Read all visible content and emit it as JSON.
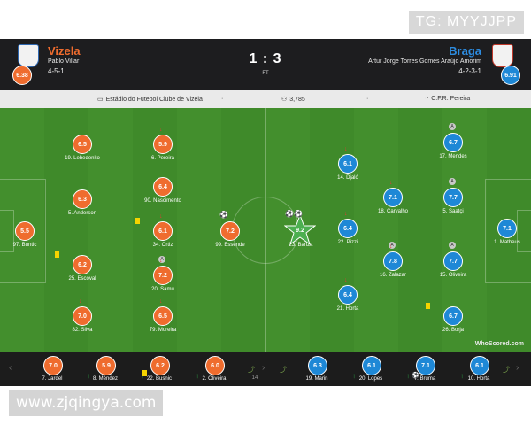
{
  "watermarks": {
    "top": "TG: MYYJJPP",
    "bottom": "www.zjqingya.com"
  },
  "header": {
    "home": {
      "name": "Vizela",
      "coach": "Pablo Villar",
      "formation": "4-5-1",
      "rating": "6.38"
    },
    "away": {
      "name": "Braga",
      "coach": "Artur Jorge Torres Gomes Araújo Amorim",
      "formation": "4-2-3-1",
      "rating": "6.91"
    },
    "score": "1 : 3",
    "status": "FT"
  },
  "info": {
    "stadium": "Estádio do Futebol Clube de Vizela",
    "attendance": "3,785",
    "referee": "C.F.R. Pereira"
  },
  "colors": {
    "home": "#ef6c2e",
    "away": "#1e88d6",
    "pitch": "#3f8a2a"
  },
  "branding": "WhoScored.com",
  "players": [
    {
      "team": "vz",
      "rating": "6.5",
      "label": "19. Lebedenko",
      "marks": []
    },
    {
      "team": "vz",
      "rating": "6.3",
      "label": "5. Anderson",
      "marks": []
    },
    {
      "team": "vz",
      "rating": "5.5",
      "label": "97. Buntic",
      "marks": []
    },
    {
      "team": "vz",
      "rating": "6.2",
      "label": "25. Escoval",
      "marks": [
        "card"
      ]
    },
    {
      "team": "vz",
      "rating": "7.0",
      "label": "82. Silva",
      "marks": [
        "down"
      ]
    },
    {
      "team": "vz",
      "rating": "5.9",
      "label": "6. Pereira",
      "marks": [
        "down"
      ]
    },
    {
      "team": "vz",
      "rating": "6.4",
      "label": "90. Nascimento",
      "marks": []
    },
    {
      "team": "vz",
      "rating": "6.1",
      "label": "34. Ortiz",
      "marks": [
        "card",
        "down"
      ]
    },
    {
      "team": "vz",
      "rating": "7.2",
      "label": "20. Samu",
      "marks": [
        "assist",
        "down"
      ]
    },
    {
      "team": "vz",
      "rating": "6.5",
      "label": "79. Moreira",
      "marks": [
        "down"
      ]
    },
    {
      "team": "vz",
      "rating": "7.2",
      "label": "99. Essende",
      "marks": [
        "ball"
      ]
    },
    {
      "team": "br",
      "rating": "9.2",
      "label": "23. Banza",
      "marks": [
        "ball2",
        "star"
      ]
    },
    {
      "team": "br",
      "rating": "6.1",
      "label": "14. Djaló",
      "marks": [
        "down"
      ]
    },
    {
      "team": "br",
      "rating": "6.4",
      "label": "22. Pizzi",
      "marks": [
        "down"
      ]
    },
    {
      "team": "br",
      "rating": "6.4",
      "label": "21. Horta",
      "marks": [
        "down"
      ]
    },
    {
      "team": "br",
      "rating": "7.1",
      "label": "18. Carvalho",
      "marks": [
        "down"
      ]
    },
    {
      "team": "br",
      "rating": "7.8",
      "label": "16. Zalazar",
      "marks": [
        "assist",
        "down"
      ]
    },
    {
      "team": "br",
      "rating": "6.7",
      "label": "17. Mendes",
      "marks": [
        "assist"
      ]
    },
    {
      "team": "br",
      "rating": "7.7",
      "label": "5. Saatçi",
      "marks": [
        "assist"
      ]
    },
    {
      "team": "br",
      "rating": "7.7",
      "label": "15. Oliveira",
      "marks": [
        "assist"
      ]
    },
    {
      "team": "br",
      "rating": "6.7",
      "label": "26. Borja",
      "marks": [
        "card"
      ]
    },
    {
      "team": "br",
      "rating": "7.1",
      "label": "1. Matheus",
      "marks": []
    }
  ],
  "subs": [
    {
      "team": "vz",
      "rating": "7.0",
      "label": "7. Jardel",
      "marks": []
    },
    {
      "team": "vz",
      "rating": "5.9",
      "label": "8. Méndez",
      "marks": [
        "arrow"
      ]
    },
    {
      "team": "vz",
      "rating": "6.2",
      "label": "22. Busnic",
      "marks": [
        "arrow",
        "card"
      ]
    },
    {
      "team": "vz",
      "rating": "6.0",
      "label": "2. Oliveira",
      "marks": [
        "arrow"
      ]
    },
    {
      "team": "vz",
      "rating": "",
      "label": "14",
      "marks": []
    },
    {
      "team": "br",
      "rating": "6.3",
      "label": "19. Marin",
      "marks": []
    },
    {
      "team": "br",
      "rating": "6.1",
      "label": "20. Lopes",
      "marks": [
        "arrow"
      ]
    },
    {
      "team": "br",
      "rating": "7.1",
      "label": "7. Bruma",
      "marks": [
        "arrow",
        "ball"
      ]
    },
    {
      "team": "br",
      "rating": "6.1",
      "label": "10. Horta",
      "marks": [
        "arrow"
      ]
    }
  ]
}
